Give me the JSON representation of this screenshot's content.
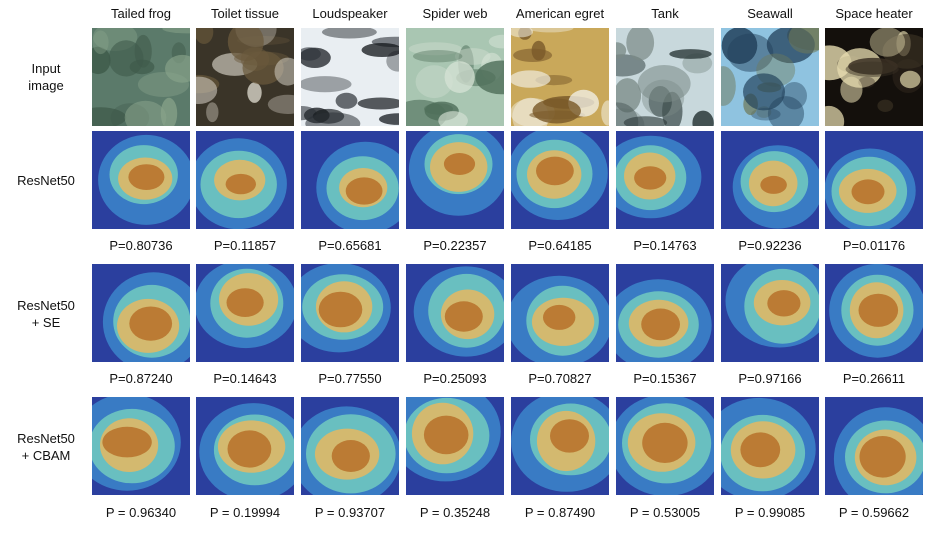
{
  "columns": [
    "Tailed frog",
    "Toilet tissue",
    "Loudspeaker",
    "Spider web",
    "American egret",
    "Tank",
    "Seawall",
    "Space heater"
  ],
  "rows": [
    {
      "label_lines": [
        "Input",
        "image"
      ],
      "kind": "photo",
      "probs": []
    },
    {
      "label_lines": [
        "ResNet50",
        ""
      ],
      "kind": "heatmap",
      "probs": [
        "P=0.80736",
        "P=0.11857",
        "P=0.65681",
        "P=0.22357",
        "P=0.64185",
        "P=0.14763",
        "P=0.92236",
        "P=0.01176"
      ]
    },
    {
      "label_lines": [
        "ResNet50",
        "+ SE"
      ],
      "kind": "heatmap",
      "probs": [
        "P=0.87240",
        "P=0.14643",
        "P=0.77550",
        "P=0.25093",
        "P=0.70827",
        "P=0.15367",
        "P=0.97166",
        "P=0.26611"
      ]
    },
    {
      "label_lines": [
        "ResNet50",
        "+ CBAM"
      ],
      "kind": "heatmap",
      "probs": [
        "P = 0.96340",
        "P = 0.19994",
        "P = 0.93707",
        "P = 0.35248",
        "P = 0.87490",
        "P = 0.53005",
        "P = 0.99085",
        "P = 0.59662"
      ]
    }
  ],
  "colors": {
    "heat_cold": "#2b3f9e",
    "heat_cool": "#3b82c8",
    "heat_mid": "#6fc7c0",
    "heat_warm": "#d9b86a",
    "heat_hot": "#b8742e"
  },
  "photo_palettes": [
    [
      "#5b7a6a",
      "#8aa58c",
      "#3f5a4a"
    ],
    [
      "#3a3428",
      "#d8d4c8",
      "#6b5a3c"
    ],
    [
      "#e9eef2",
      "#2b3036",
      "#14181c"
    ],
    [
      "#a9c6b2",
      "#4f6f5a",
      "#d7e3d6"
    ],
    [
      "#c9a85a",
      "#f2f0e6",
      "#7a5a2a"
    ],
    [
      "#c8d8dc",
      "#7a8a86",
      "#2c3a3a"
    ],
    [
      "#8fc3e0",
      "#6f7a5a",
      "#23425c"
    ],
    [
      "#14100c",
      "#e6dcb0",
      "#3a3024"
    ]
  ]
}
